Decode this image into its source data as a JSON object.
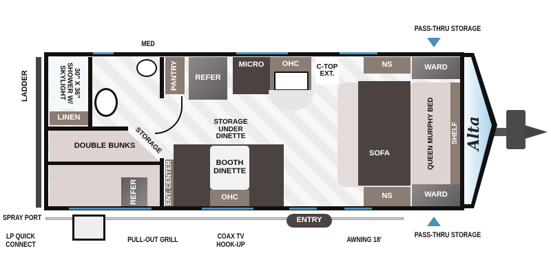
{
  "brand": "Alta",
  "colors": {
    "accent": "#4a90b8",
    "wall": "#111111",
    "cabinet": "#8b7c74"
  },
  "rooms": {
    "shower": "30\" X 36\" SHOWER W/ SKYLIGHT",
    "linen": "LINEN",
    "double_bunks": "DOUBLE BUNKS",
    "storage_hall": "STORAGE",
    "refer_bunk": "REFER",
    "ent_center": "ENT. CENTER",
    "pantry": "PANTRY",
    "refer": "REFER",
    "micro": "MICRO",
    "ohc_kitchen": "OHC",
    "ctop": "C-TOP EXT.",
    "storage_dinette": "STORAGE UNDER DINETTE",
    "booth_dinette": "BOOTH DINETTE",
    "ohc_dinette": "OHC",
    "ns_top": "NS",
    "ns_bottom": "NS",
    "ward_top": "WARD",
    "ward_bottom": "WARD",
    "sofa": "SOFA",
    "murphy": "QUEEN MURPHY BED",
    "shelf": "SHELF"
  },
  "callouts": {
    "med": "MED",
    "ladder": "LADDER",
    "pass_top": "PASS-THRU STORAGE",
    "pass_bottom": "PASS-THRU STORAGE",
    "spray": "SPRAY PORT",
    "lp": "LP QUICK CONNECT",
    "grill": "PULL-OUT GRILL",
    "coax": "COAX TV HOOK-UP",
    "entry": "ENTRY",
    "awning": "AWNING 18'"
  }
}
